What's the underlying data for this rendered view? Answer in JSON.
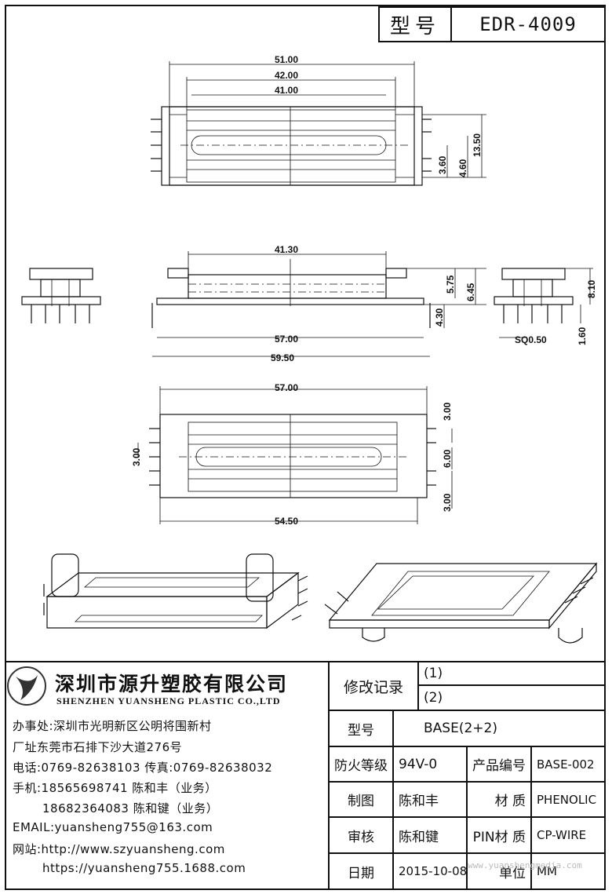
{
  "model_box": {
    "key": "型号",
    "value": "EDR-4009"
  },
  "dimensions": {
    "d51": "51.00",
    "d42": "42.00",
    "d41": "41.00",
    "d13_50": "13.50",
    "d3_60": "3.60",
    "d4_60": "4.60",
    "d41_30": "41.30",
    "d5_75": "5.75",
    "d6_45": "6.45",
    "d4_30": "4.30",
    "d57": "57.00",
    "d59_50": "59.50",
    "d8_10": "8.10",
    "d1_60": "1.60",
    "sq": "SQ0.50",
    "top57": "57.00",
    "d3_00a": "3.00",
    "d3_00b": "3.00",
    "d6_00": "6.00",
    "d3_00c": "3.00",
    "d54_50": "54.50"
  },
  "company": {
    "name": "深圳市源升塑胶有限公司",
    "name_en": "SHENZHEN YUANSHENG PLASTIC CO.,LTD",
    "office": "办事处:深圳市光明新区公明将围新村",
    "factory": "厂址东莞市石排下沙大道276号",
    "phone": "电话:0769-82638103 传真:0769-82638032",
    "mobile1": "手机:18565698741 陈和丰（业务）",
    "mobile2": "18682364083 陈和键（业务）",
    "email": "EMAIL:yuansheng755@163.com",
    "web1": "网站:http://www.szyuansheng.com",
    "web2": "https://yuansheng755.1688.com"
  },
  "title_block": {
    "revision_label": "修改记录",
    "rev1": "(1)",
    "rev2": "(2)",
    "model_label": "型号",
    "model_value": "BASE(2+2)",
    "fire_label": "防火等级",
    "fire_value": "94V-0",
    "product_no_label": "产品编号",
    "product_no_value": "BASE-002",
    "drawn_label": "制图",
    "drawn_value": "陈和丰",
    "material_label": "材 质",
    "material_value": "PHENOLIC",
    "checked_label": "审核",
    "checked_value": "陈和键",
    "pin_material_label": "PIN材 质",
    "pin_material_value": "CP-WIRE",
    "date_label": "日期",
    "date_value": "2015-10-08",
    "unit_label": "单位",
    "unit_value": "MM"
  },
  "watermark": "www.yuanshengmedia.com"
}
